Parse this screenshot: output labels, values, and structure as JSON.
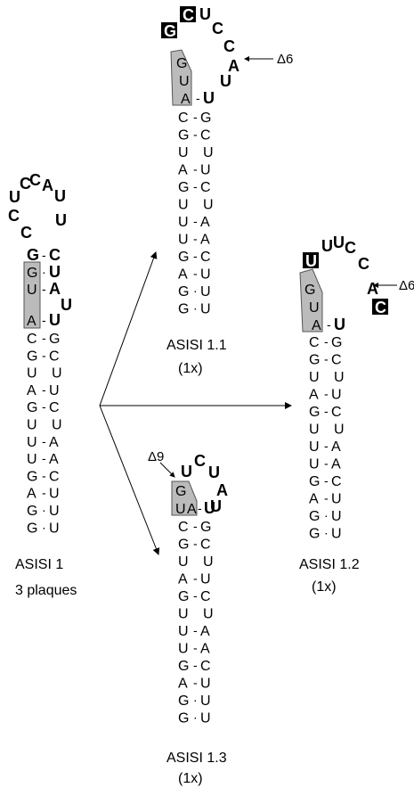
{
  "pair_dash": "-",
  "pair_dot": "·",
  "structures": {
    "asisi1": {
      "label": "ASISI 1",
      "sublabel": "3 plaques",
      "loop": [
        "U",
        "C",
        "C",
        "A",
        "U",
        "C",
        "U",
        "C"
      ],
      "pairs": [
        [
          "G",
          "C"
        ],
        [
          "G",
          "U"
        ],
        [
          "U",
          "A"
        ],
        [
          "",
          ""
        ],
        [
          "A",
          "U"
        ],
        [
          "C",
          "G"
        ],
        [
          "G",
          "C"
        ],
        [
          "U",
          "U"
        ],
        [
          "A",
          "U"
        ],
        [
          "G",
          "C"
        ],
        [
          "U",
          "U"
        ],
        [
          "U",
          "A"
        ],
        [
          "U",
          "A"
        ],
        [
          "G",
          "C"
        ],
        [
          "A",
          "U"
        ],
        [
          "G",
          "U"
        ],
        [
          "G",
          "U"
        ]
      ],
      "bulge": "U"
    },
    "asisi11": {
      "label": "ASISI 1.1",
      "sublabel": "(1x)",
      "loop": [
        "G",
        "C",
        "U",
        "C",
        "C",
        "A",
        "U"
      ],
      "left_stem": [
        "G",
        "U",
        "A"
      ],
      "pairs": [
        [
          "C",
          "G"
        ],
        [
          "G",
          "C"
        ],
        [
          "U",
          "U"
        ],
        [
          "A",
          "U"
        ],
        [
          "G",
          "C"
        ],
        [
          "U",
          "U"
        ],
        [
          "U",
          "A"
        ],
        [
          "U",
          "A"
        ],
        [
          "G",
          "C"
        ],
        [
          "A",
          "U"
        ],
        [
          "G",
          "U"
        ],
        [
          "G",
          "U"
        ]
      ],
      "deletion": "Δ6"
    },
    "asisi12": {
      "label": "ASISI 1.2",
      "sublabel": "(1x)",
      "loop": [
        "U",
        "U",
        "U",
        "C",
        "C",
        "A",
        "C"
      ],
      "left_stem": [
        "G",
        "U",
        "A"
      ],
      "pairs": [
        [
          "C",
          "G"
        ],
        [
          "G",
          "C"
        ],
        [
          "U",
          "U"
        ],
        [
          "A",
          "U"
        ],
        [
          "G",
          "C"
        ],
        [
          "U",
          "U"
        ],
        [
          "U",
          "A"
        ],
        [
          "U",
          "A"
        ],
        [
          "G",
          "C"
        ],
        [
          "A",
          "U"
        ],
        [
          "G",
          "U"
        ],
        [
          "G",
          "U"
        ]
      ],
      "deletion": "Δ6"
    },
    "asisi13": {
      "label": "ASISI 1.3",
      "sublabel": "(1x)",
      "loop": [
        "U",
        "C",
        "U",
        "A",
        "U"
      ],
      "left_stem": [
        "G",
        "U",
        "A"
      ],
      "pairs": [
        [
          "C",
          "G"
        ],
        [
          "G",
          "C"
        ],
        [
          "U",
          "U"
        ],
        [
          "A",
          "U"
        ],
        [
          "G",
          "C"
        ],
        [
          "U",
          "U"
        ],
        [
          "U",
          "A"
        ],
        [
          "U",
          "A"
        ],
        [
          "G",
          "C"
        ],
        [
          "A",
          "U"
        ],
        [
          "G",
          "U"
        ],
        [
          "G",
          "U"
        ]
      ],
      "deletion": "Δ9"
    }
  }
}
